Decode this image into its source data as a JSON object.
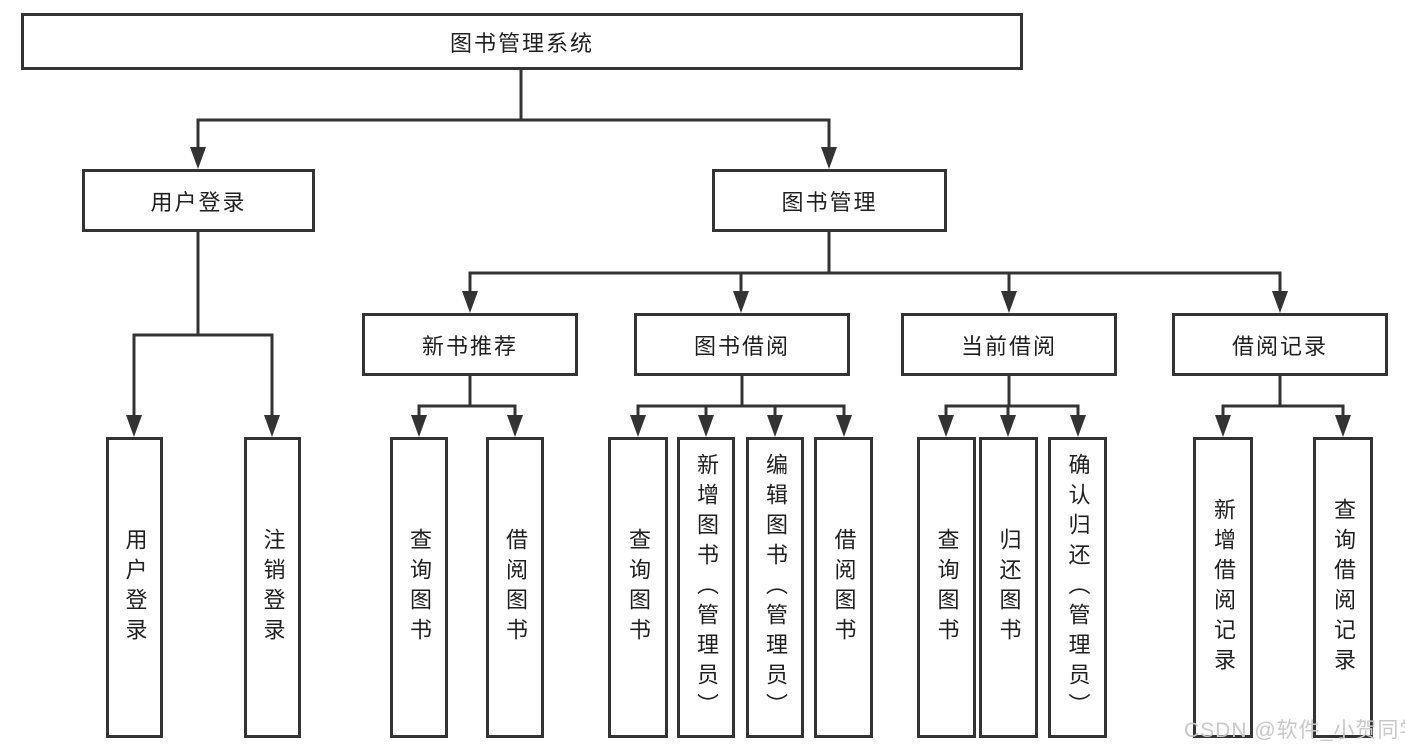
{
  "title": "图书管理系统",
  "watermark": "CSDN @软件_小贺同学",
  "colors": {
    "line": "#333333",
    "text": "#1f1f1f",
    "watermark": "#c8c8c8",
    "background": "#ffffff"
  },
  "nodes": {
    "root": {
      "label": "图书管理系统",
      "children": [
        "user_login",
        "book_mgmt"
      ]
    },
    "user_login": {
      "label": "用户登录",
      "children": [
        "leaf_user_login",
        "leaf_logout"
      ]
    },
    "book_mgmt": {
      "label": "图书管理",
      "children": [
        "new_book_rec",
        "book_borrow",
        "current_borrow",
        "borrow_record"
      ]
    },
    "new_book_rec": {
      "label": "新书推荐",
      "children": [
        "leaf_query_book_1",
        "leaf_borrow_book_1"
      ]
    },
    "book_borrow": {
      "label": "图书借阅",
      "children": [
        "leaf_query_book_2",
        "leaf_add_book",
        "leaf_edit_book",
        "leaf_borrow_book_2"
      ]
    },
    "current_borrow": {
      "label": "当前借阅",
      "children": [
        "leaf_query_book_3",
        "leaf_return_book",
        "leaf_confirm_return"
      ]
    },
    "borrow_record": {
      "label": "借阅记录",
      "children": [
        "leaf_add_record",
        "leaf_query_record"
      ]
    },
    "leaf_user_login": {
      "label": "用户登录"
    },
    "leaf_logout": {
      "label": "注销登录"
    },
    "leaf_query_book_1": {
      "label": "查询图书"
    },
    "leaf_borrow_book_1": {
      "label": "借阅图书"
    },
    "leaf_query_book_2": {
      "label": "查询图书"
    },
    "leaf_add_book": {
      "label": "新增图书（管理员）"
    },
    "leaf_edit_book": {
      "label": "编辑图书（管理员）"
    },
    "leaf_borrow_book_2": {
      "label": "借阅图书"
    },
    "leaf_query_book_3": {
      "label": "查询图书"
    },
    "leaf_return_book": {
      "label": "归还图书"
    },
    "leaf_confirm_return": {
      "label": "确认归还（管理员）"
    },
    "leaf_add_record": {
      "label": "新增借阅记录"
    },
    "leaf_query_record": {
      "label": "查询借阅记录"
    }
  }
}
